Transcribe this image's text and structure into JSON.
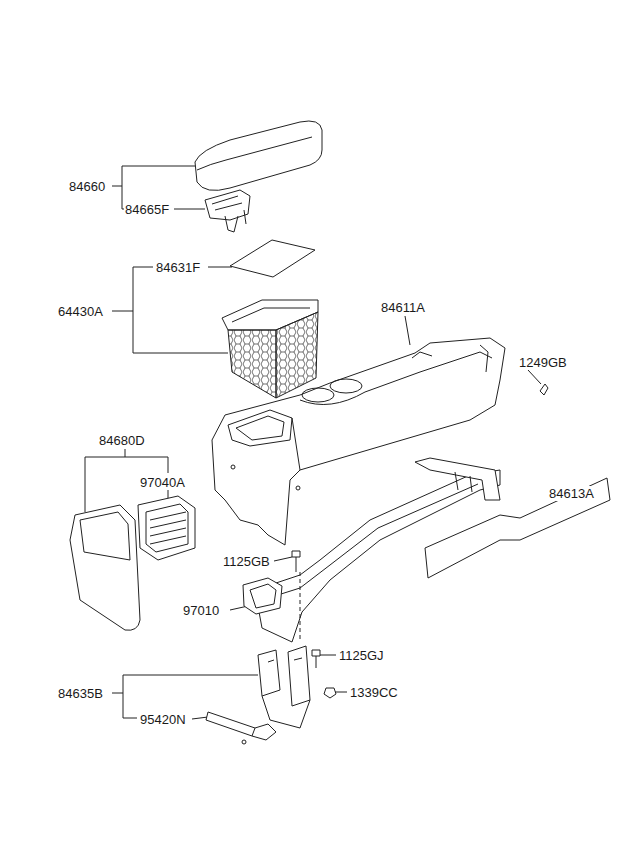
{
  "diagram": {
    "labels": [
      "84660",
      "84665F",
      "84631F",
      "64430A",
      "84611A",
      "1249GB",
      "84680D",
      "97040A",
      "84613A",
      "1125GB",
      "97010",
      "1125GJ",
      "84635B",
      "1339CC",
      "95420N"
    ]
  }
}
